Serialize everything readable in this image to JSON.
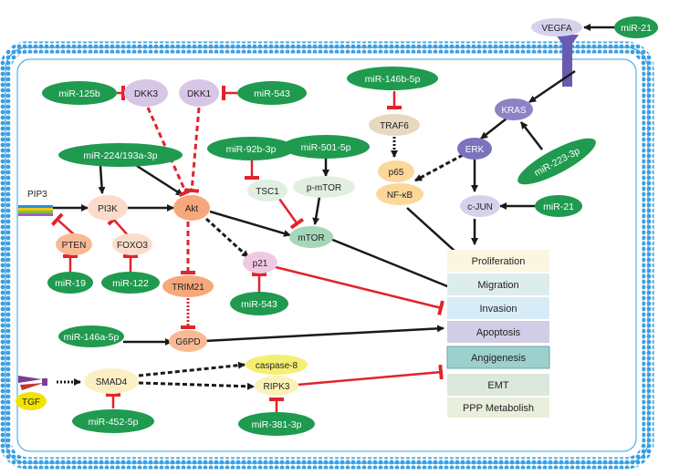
{
  "mirnas": {
    "m21_top": "miR-21",
    "m125b": "miR-125b",
    "m543_top": "miR-543",
    "m146b": "miR-146b-5p",
    "m224": "miR-224/193a-3p",
    "m92b": "miR-92b-3p",
    "m501": "miR-501-5p",
    "m223": "miR-223-3p",
    "m21_mid": "miR-21",
    "m19": "miR-19",
    "m122": "miR-122",
    "m543_bot": "miR-543",
    "m146a": "miR-146a-5p",
    "m452": "miR-452-5p",
    "m381": "miR-381-3p"
  },
  "nodes": {
    "vegfa": "VEGFA",
    "kras": "KRAS",
    "erk": "ERK",
    "cjun": "c-JUN",
    "dkk3": "DKK3",
    "dkk1": "DKK1",
    "traf6": "TRAF6",
    "p65": "p65",
    "nfkb": "NF-κB",
    "pi3k": "PI3K",
    "akt": "Akt",
    "tsc1": "TSC1",
    "pmtor": "p-mTOR",
    "mtor": "mTOR",
    "pten": "PTEN",
    "foxo3": "FOXO3",
    "p21": "p21",
    "trim21": "TRIM21",
    "g6pd": "G6PD",
    "smad4": "SMAD4",
    "caspase8": "caspase-8",
    "ripk3": "RIPK3",
    "tgf": "TGF",
    "pip3": "PIP3"
  },
  "outcomes": {
    "proliferation": "Proliferation",
    "migration": "Migration",
    "invasion": "Invasion",
    "apoptosis": "Apoptosis",
    "angiogenesis": "Angigenesis",
    "emt": "EMT",
    "ppp": "PPP Metabolish"
  },
  "colors": {
    "mirna_green": "#1f9a4f",
    "membrane_blue": "#3a9fe0",
    "inhibit_red": "#e2232a",
    "arrow_black": "#1a1a1a",
    "akt_orange": "#f7a77c",
    "receptor_purple": "#6a5bb0"
  }
}
